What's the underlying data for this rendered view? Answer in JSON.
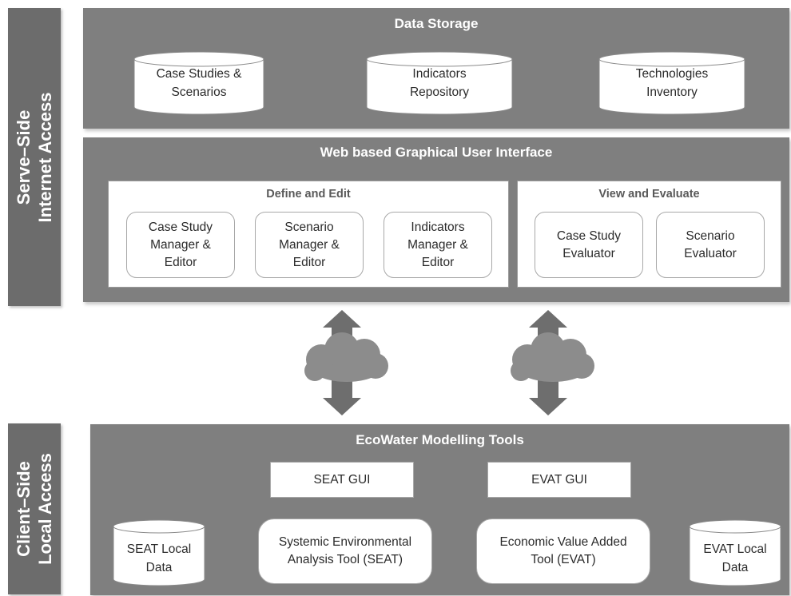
{
  "server_side": {
    "label_lines": [
      "Serve–Side",
      "Internet Access"
    ],
    "data_storage": {
      "title": "Data Storage",
      "stores": [
        {
          "line1": "Case Studies &",
          "line2": "Scenarios"
        },
        {
          "line1": "Indicators",
          "line2": "Repository"
        },
        {
          "line1": "Technologies",
          "line2": "Inventory"
        }
      ]
    },
    "web_gui": {
      "title": "Web based Graphical User Interface",
      "define_edit": {
        "title": "Define and Edit",
        "modules": [
          {
            "line1": "Case Study",
            "line2": "Manager &",
            "line3": "Editor"
          },
          {
            "line1": "Scenario",
            "line2": "Manager &",
            "line3": "Editor"
          },
          {
            "line1": "Indicators",
            "line2": "Manager &",
            "line3": "Editor"
          }
        ]
      },
      "view_evaluate": {
        "title": "View and Evaluate",
        "modules": [
          {
            "line1": "Case Study",
            "line2": "Evaluator"
          },
          {
            "line1": "Scenario",
            "line2": "Evaluator"
          }
        ]
      }
    }
  },
  "client_side": {
    "label_lines": [
      "Client–Side",
      "Local Access"
    ],
    "tools": {
      "title": "EcoWater Modelling Tools",
      "seat_gui": "SEAT GUI",
      "evat_gui": "EVAT GUI",
      "seat_tool": {
        "line1": "Systemic Environmental",
        "line2": "Analysis Tool (SEAT)"
      },
      "evat_tool": {
        "line1": "Economic Value Added",
        "line2": "Tool (EVAT)"
      },
      "seat_data": {
        "line1": "SEAT Local",
        "line2": "Data"
      },
      "evat_data": {
        "line1": "EVAT Local",
        "line2": "Data"
      }
    }
  },
  "colors": {
    "panel": "#7f7f7f",
    "sidebar": "#6c6c6c",
    "arrow": "#6e6e6e",
    "cloud": "#8c8c8c"
  },
  "icons": [
    "database-cylinder-icon",
    "cloud-icon",
    "double-arrow-icon"
  ]
}
